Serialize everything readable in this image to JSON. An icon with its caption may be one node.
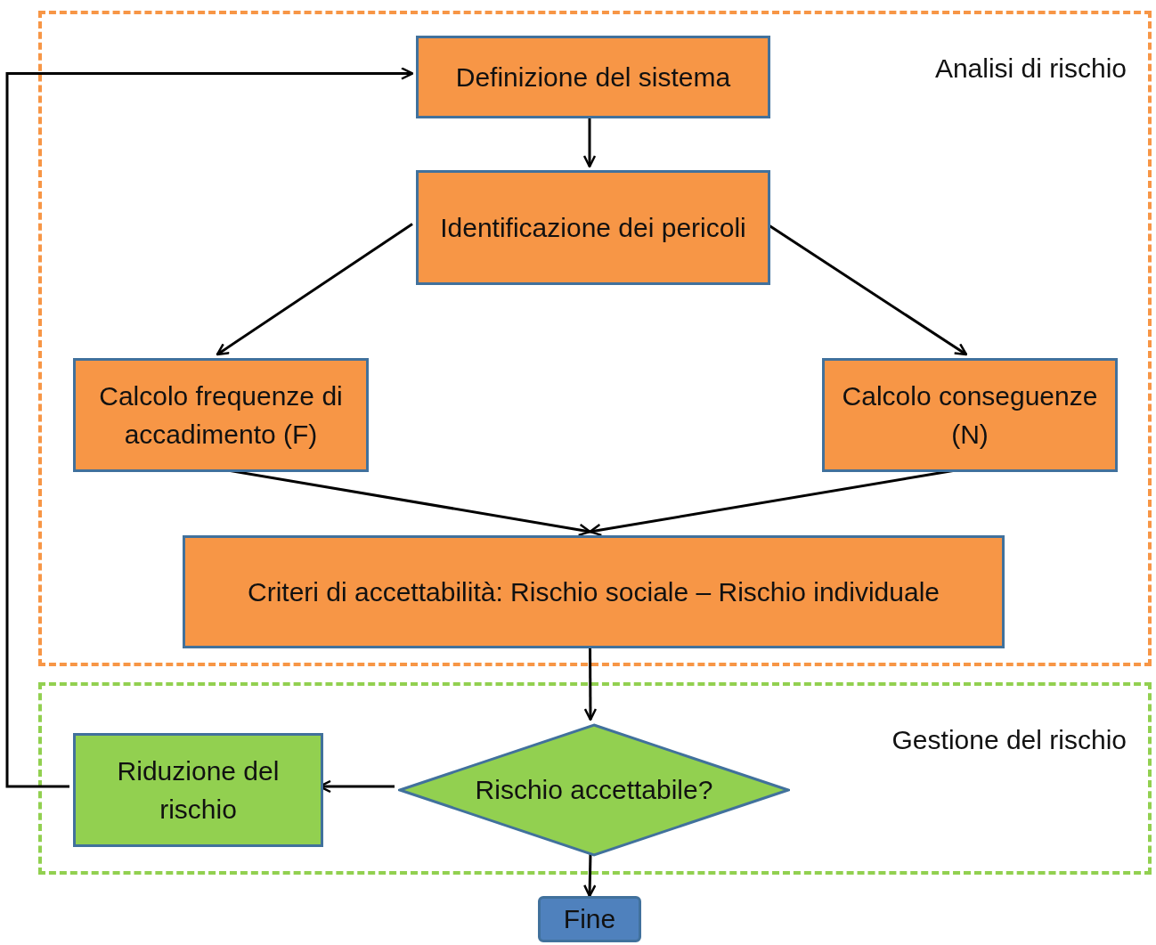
{
  "diagram": {
    "nodes": [
      {
        "text": [
          "Analisi di rischio"
        ]
      },
      {
        "text": [
          "Definizione del sistema"
        ],
        "in": 0
      },
      {
        "text": [
          "Identificazione dei pericoli"
        ],
        "in": 0
      },
      {
        "text": [
          "Calcolo frequenze di accadimento (F)"
        ],
        "in": 0
      },
      {
        "text": [
          "Calcolo conseguenze (N)"
        ],
        "in": 0
      },
      {
        "text": [
          "Criteri di accettabilità: Rischio sociale – Rischio individuale"
        ],
        "in": 0
      },
      {
        "text": [
          "Gestione del rischio"
        ]
      },
      {
        "text": [
          "Riduzione del rischio"
        ],
        "in": 6
      },
      {
        "text": [
          "Rischio accettabile?"
        ],
        "in": 6
      },
      {
        "text": [
          "Fine"
        ]
      }
    ],
    "edges": [
      {
        "from": 1,
        "to": 2,
        "arrow": "to"
      },
      {
        "from": 2,
        "to": 3,
        "arrow": "to"
      },
      {
        "from": 2,
        "to": 4,
        "arrow": "to"
      },
      {
        "from": 3,
        "to": 5,
        "arrow": "to"
      },
      {
        "from": 4,
        "to": 5,
        "arrow": "to"
      },
      {
        "from": 5,
        "to": 8,
        "arrow": "to"
      },
      {
        "from": 8,
        "to": 7,
        "arrow": "to"
      },
      {
        "from": 7,
        "to": 1,
        "arrow": "to"
      },
      {
        "from": 8,
        "to": 9,
        "arrow": "to"
      }
    ]
  }
}
